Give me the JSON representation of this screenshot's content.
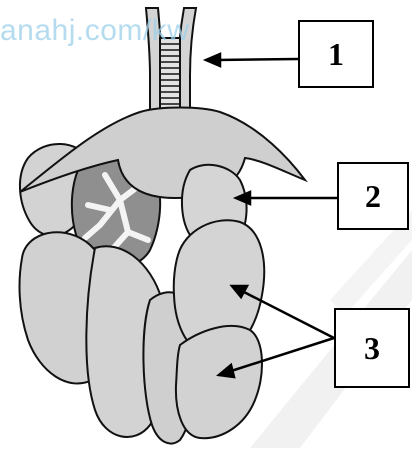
{
  "watermark": "anahj.com/kw",
  "labels": {
    "one": "1",
    "two": "2",
    "three": "3"
  },
  "colors": {
    "organ_fill": "#d2d2d2",
    "organ_dark": "#a8a8a8",
    "outline": "#111111",
    "watermark": "#9dd0ea",
    "diagonal_band": "#efefef"
  }
}
